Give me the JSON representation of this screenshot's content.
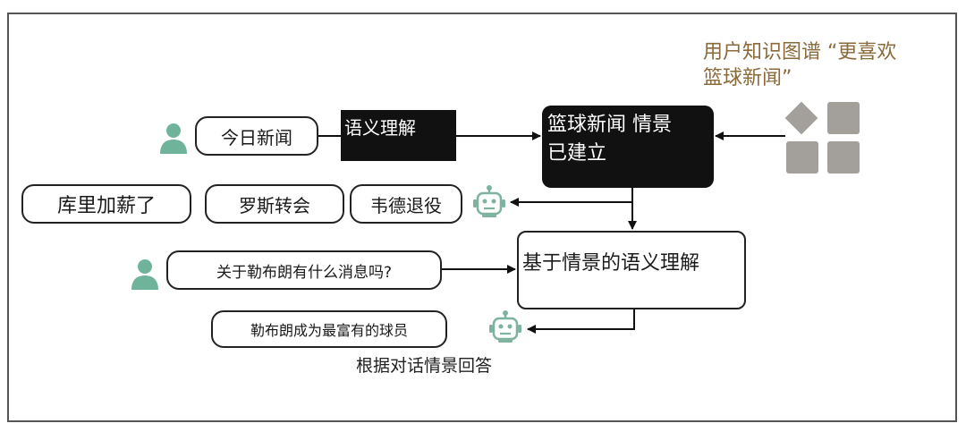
{
  "knowledge_graph": {
    "label_line1": "用户知识图谱 “更喜欢",
    "label_line2": "篮球新闻”"
  },
  "nodes": {
    "user1_utterance": "今日新闻",
    "semantic_understanding": "语义理解",
    "context_built_line1": "篮球新闻 情景",
    "context_built_line2": "已建立",
    "bot1_option1": "库里加薪了",
    "bot1_option2": "罗斯转会",
    "bot1_option3": "韦德退役",
    "user2_utterance": "关于勒布朗有什么消息吗?",
    "context_semantic_understanding": "基于情景的语义理解",
    "bot2_answer": "勒布朗成为最富有的球员",
    "answer_caption": "根据对话情景回答"
  },
  "icons": {
    "user": "user-icon",
    "robot": "robot-icon",
    "knowledge_graph": "knowledge-graph-icon"
  },
  "colors": {
    "user_icon": "#6fb39a",
    "robot_icon": "#7fb3a0",
    "kg_icon": "#a3a09c",
    "kg_label": "#8a6a3a",
    "dark_box": "#111111"
  }
}
